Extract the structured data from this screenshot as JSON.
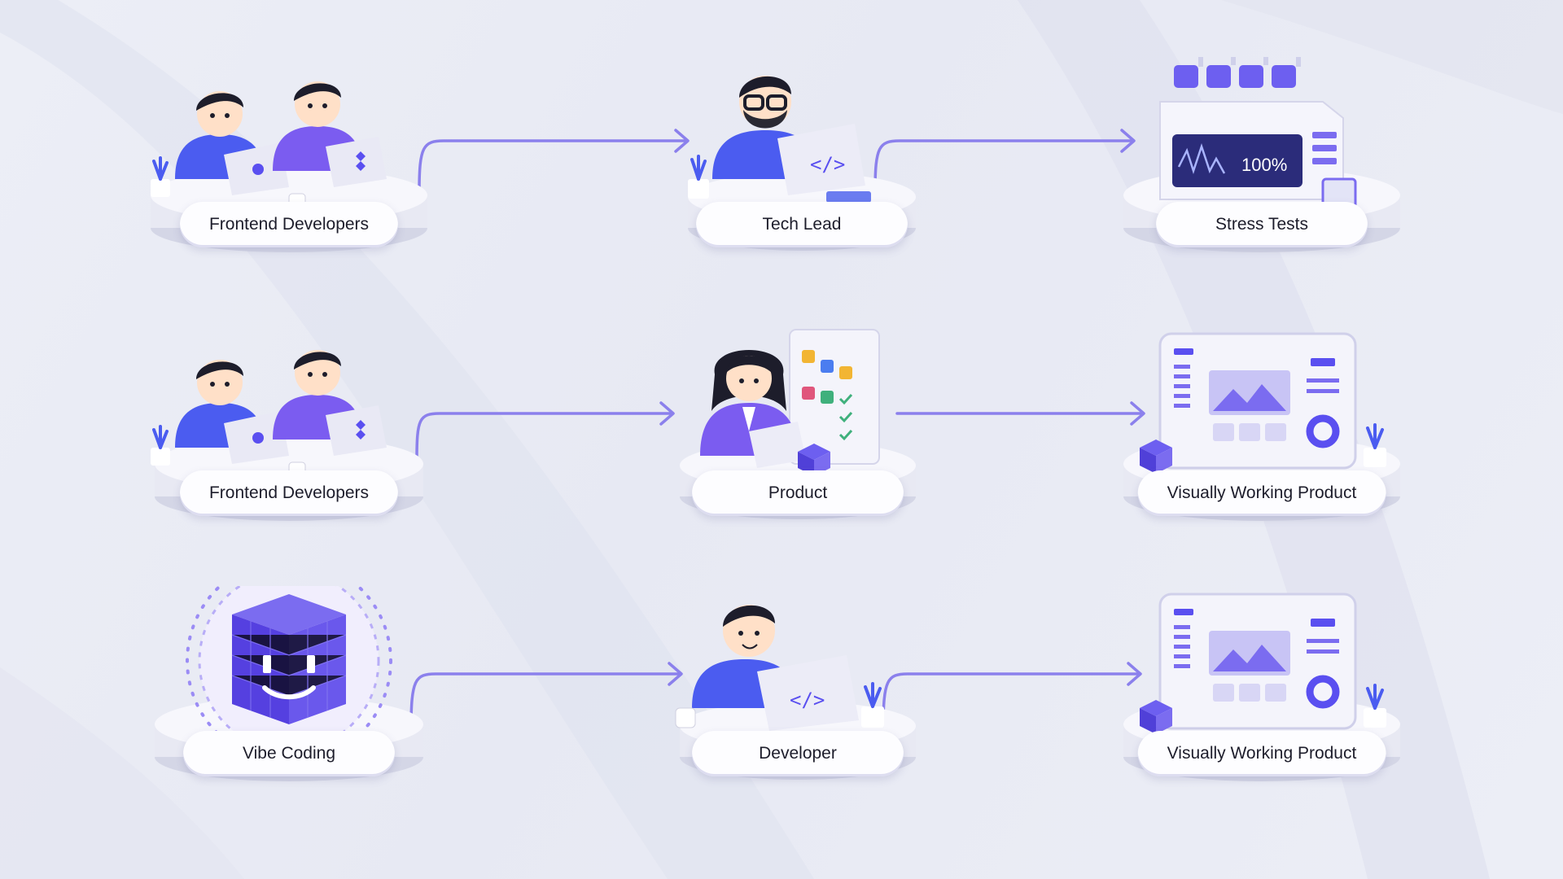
{
  "colors": {
    "accent": "#6a5cf0",
    "arrow": "#8b80ec",
    "hoodie_blue": "#4b5cf0",
    "hoodie_purple": "#7b5cf0",
    "background": "#eceef6"
  },
  "rows": [
    {
      "nodes": [
        {
          "label": "Frontend Developers",
          "icon": "developers-pair-icon"
        },
        {
          "label": "Tech Lead",
          "icon": "tech-lead-icon"
        },
        {
          "label": "Stress Tests",
          "icon": "server-monitor-icon",
          "readout": "100%"
        }
      ]
    },
    {
      "nodes": [
        {
          "label": "Frontend Developers",
          "icon": "developers-pair-icon"
        },
        {
          "label": "Product",
          "icon": "product-manager-icon"
        },
        {
          "label": "Visually Working Product",
          "icon": "dashboard-icon"
        }
      ]
    },
    {
      "nodes": [
        {
          "label": "Vibe Coding",
          "icon": "ai-cube-icon"
        },
        {
          "label": "Developer",
          "icon": "developer-icon"
        },
        {
          "label": "Visually Working Product",
          "icon": "dashboard-icon"
        }
      ]
    }
  ]
}
